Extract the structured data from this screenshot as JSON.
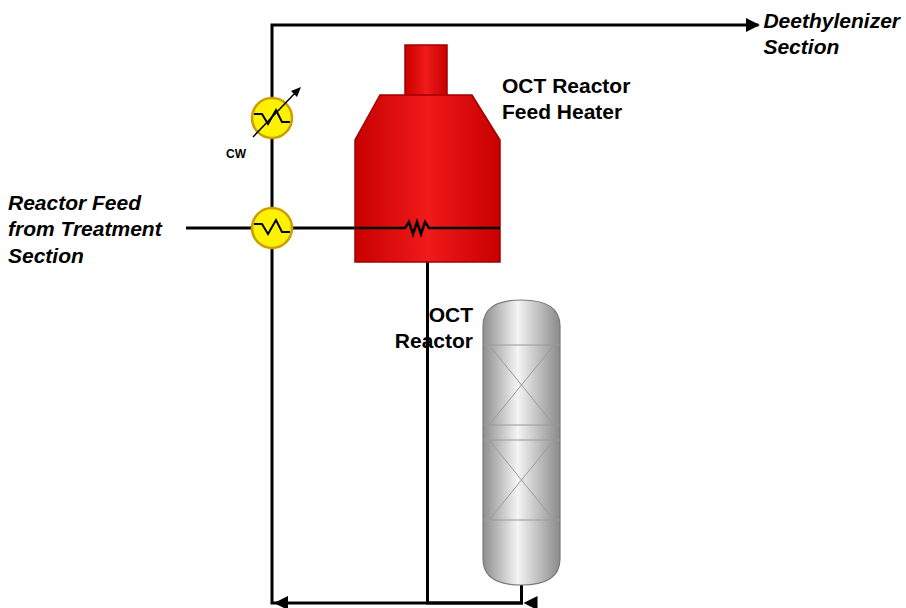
{
  "diagram": {
    "nodes": [
      {
        "text": [
          "OCT Reactor Feed Heater"
        ]
      },
      {
        "text": [
          "CW"
        ]
      },
      {
        "text": [
          "OCT Reactor"
        ]
      }
    ],
    "edges": [
      {
        "from": 0,
        "to": 2,
        "arrow": "to"
      },
      {
        "from": 2,
        "to": 1,
        "arrow": "to"
      }
    ],
    "labels": [
      "Deethylenizer Section",
      "Reactor Feed from Treatment Section"
    ]
  }
}
